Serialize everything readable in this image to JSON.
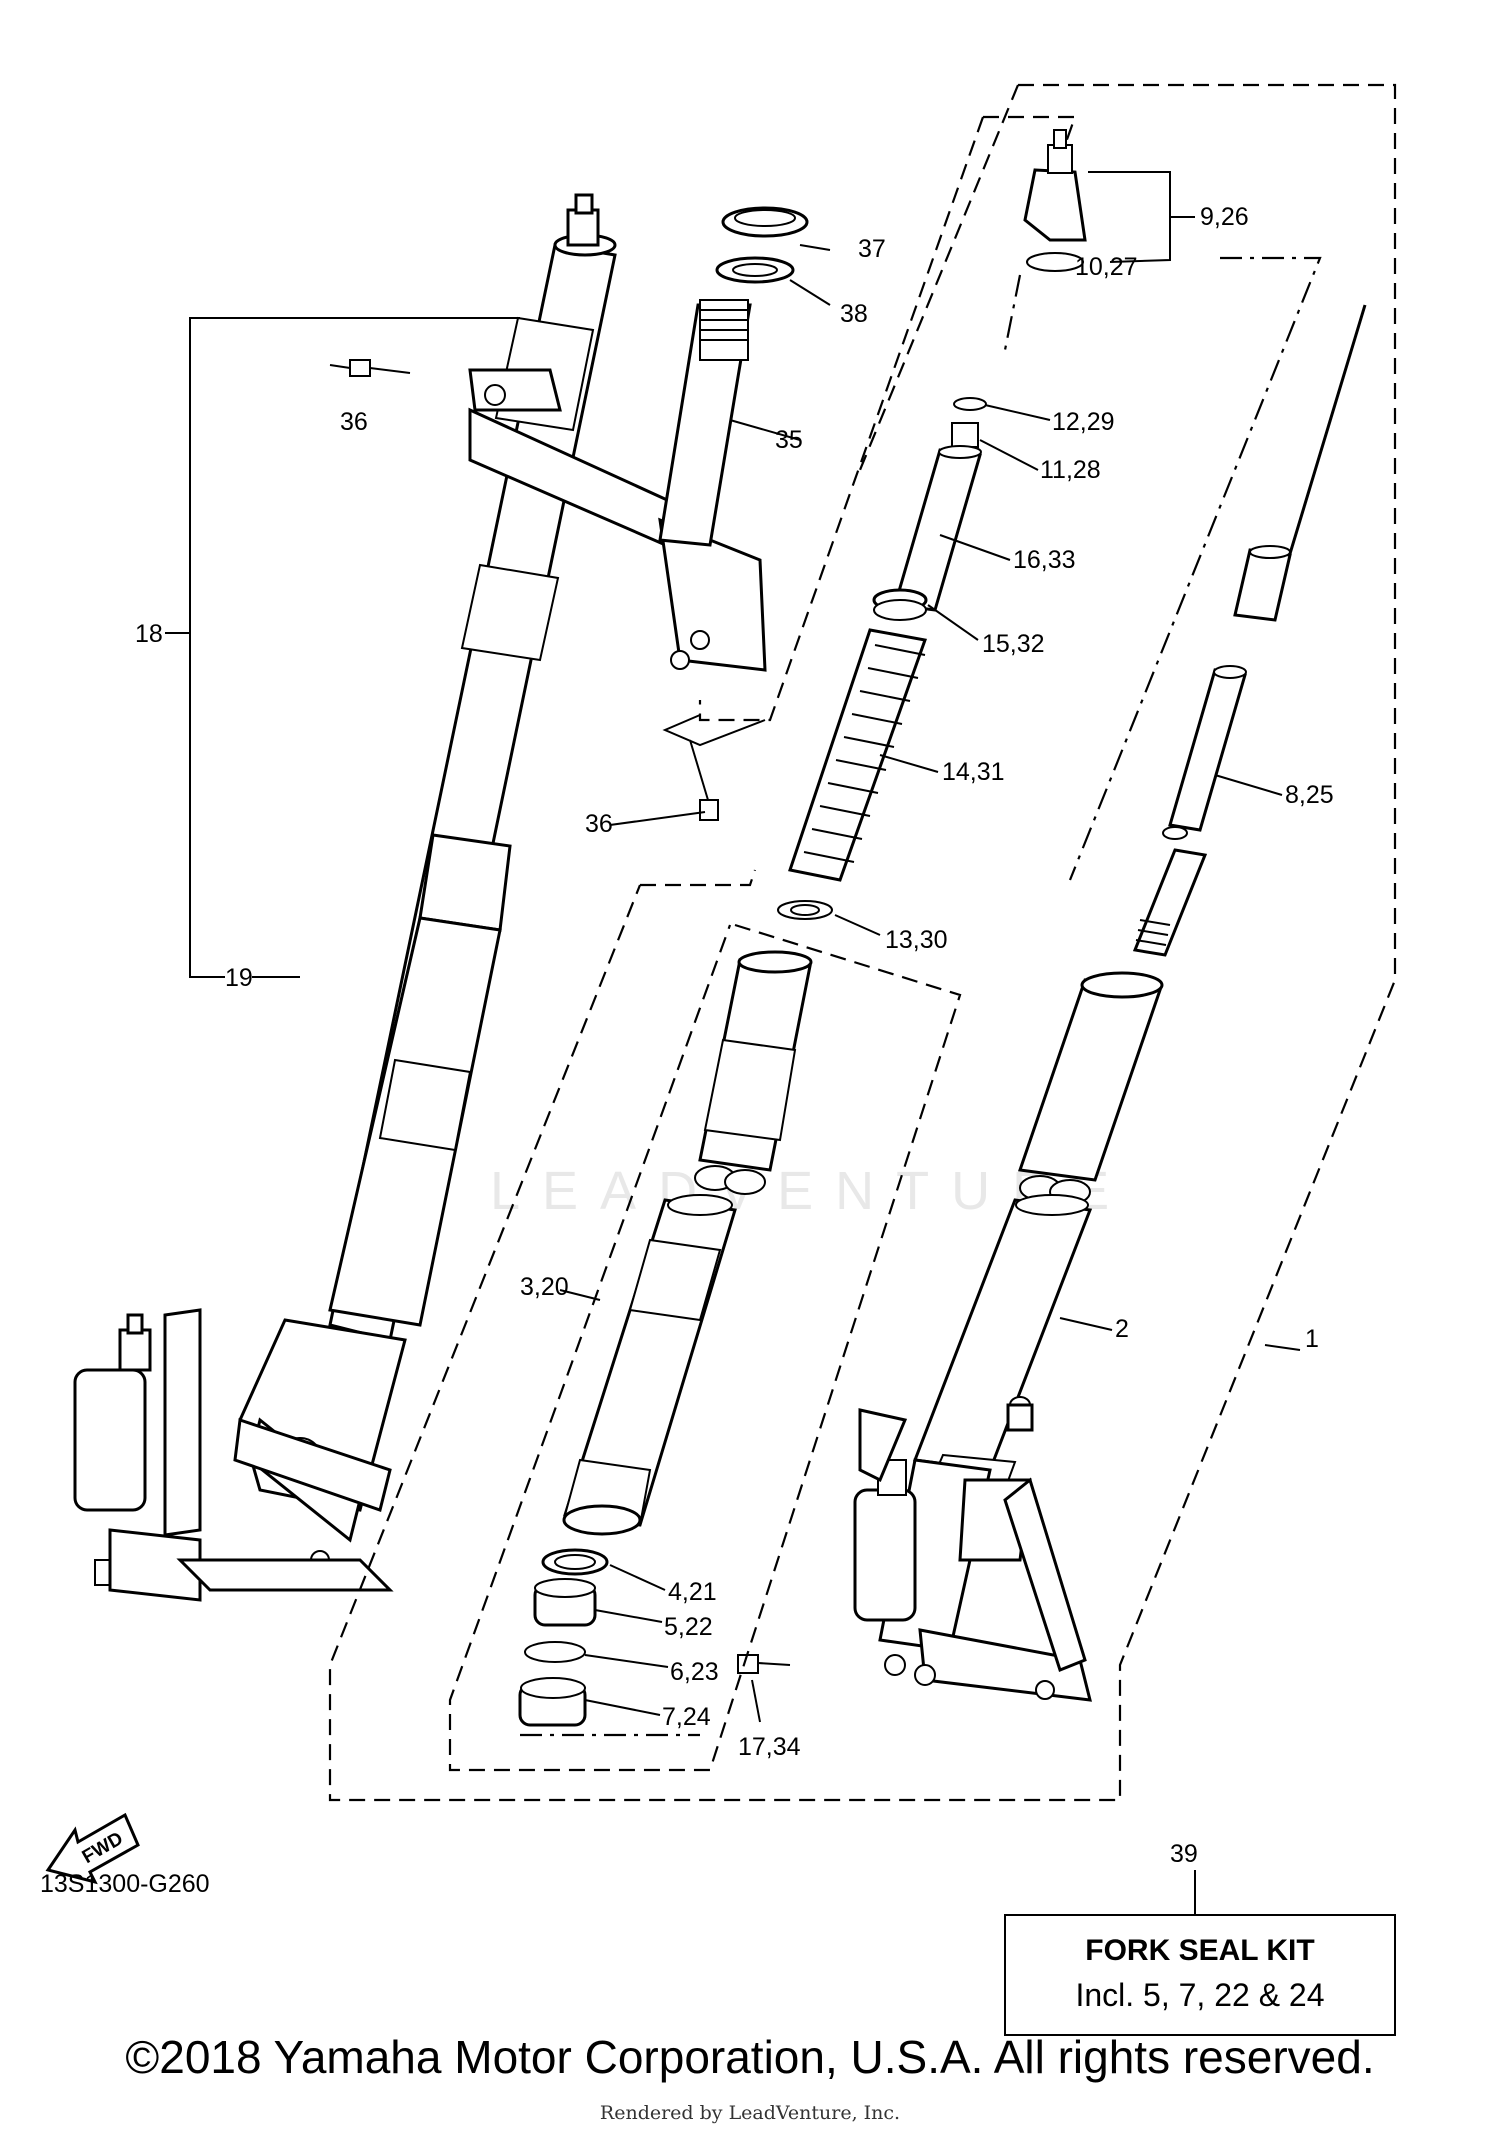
{
  "callouts": {
    "c1": "1",
    "c2": "2",
    "c3": "3,20",
    "c4": "4,21",
    "c5": "5,22",
    "c6": "6,23",
    "c7": "7,24",
    "c8": "8,25",
    "c9": "9,26",
    "c10": "10,27",
    "c11": "11,28",
    "c12": "12,29",
    "c13": "13,30",
    "c14": "14,31",
    "c15": "15,32",
    "c16": "16,33",
    "c17": "17,34",
    "c18": "18",
    "c19": "19",
    "c35": "35",
    "c36a": "36",
    "c36b": "36",
    "c37": "37",
    "c38": "38",
    "c39": "39"
  },
  "fwd_badge": "FWD",
  "diagram_code": "13S1300-G260",
  "kit": {
    "title": "FORK SEAL KIT",
    "description": "Incl. 5, 7, 22 & 24"
  },
  "watermark": "LEADVENTURE",
  "copyright": "©2018 Yamaha Motor Corporation, U.S.A. All rights reserved.",
  "rendered_by": "Rendered by LeadVenture, Inc."
}
